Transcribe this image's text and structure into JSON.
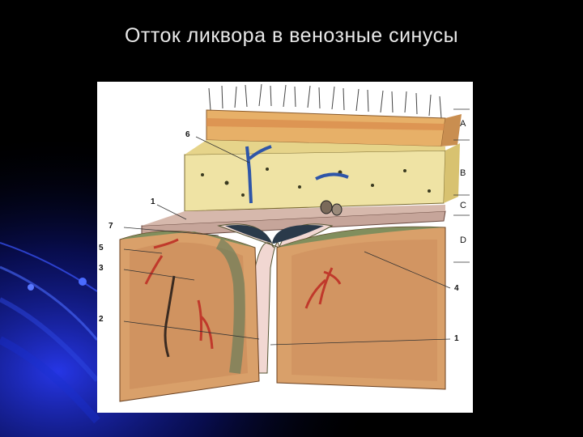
{
  "slide": {
    "title": "Отток ликвора в венозные синусы"
  },
  "figure": {
    "layer_labels": [
      "A",
      "B",
      "C",
      "D"
    ],
    "number_labels": {
      "n6": "6",
      "n1_top": "1",
      "n7": "7",
      "n5": "5",
      "n3": "3",
      "n2": "2",
      "n4": "4",
      "n1_bottom": "1"
    }
  },
  "colors": {
    "background": "#000000",
    "accent_blue": "#1a2fd0",
    "scalp": "#e7b068",
    "bone": "#efe3a4",
    "dura": "#c6a59a",
    "cortex": "#d9a06a",
    "vein": "#2e55a8",
    "artery": "#c0392b"
  }
}
